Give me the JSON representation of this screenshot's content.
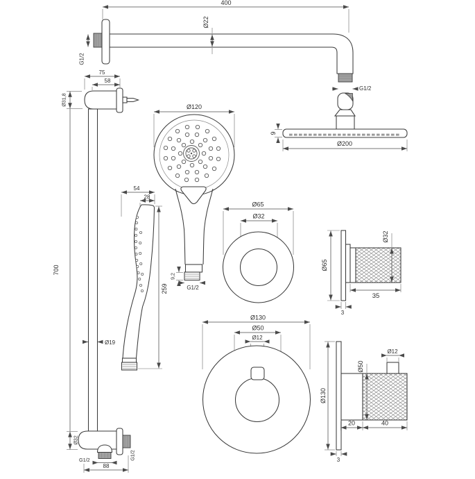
{
  "components": {
    "arm": {
      "length": "400",
      "diameter": "Ø22",
      "wall_thread": "G1/2",
      "head_thread": "G1/2"
    },
    "head": {
      "diameter": "Ø200",
      "thickness": "9"
    },
    "hand_front": {
      "diameter": "Ø120",
      "thread_height": "9,2",
      "thread": "G1/2"
    },
    "hand_side": {
      "depth": "54",
      "top_width": "28",
      "length": "259"
    },
    "bar": {
      "bracket_width": "75",
      "bracket_depth": "58",
      "bracket_diameter": "Ø31,8",
      "length": "700",
      "diameter": "Ø19"
    },
    "outlet": {
      "diameter": "Ø32",
      "width": "88",
      "bottom_thread": "G1/2",
      "side_thread": "G1/2"
    },
    "valve_front": {
      "outer": "Ø65",
      "inner": "Ø32"
    },
    "valve_side": {
      "plate": "Ø65",
      "knob": "Ø32",
      "depth": "35",
      "plate_thickness": "3"
    },
    "mixer_front": {
      "outer": "Ø130",
      "knob": "Ø50",
      "stub": "Ø12"
    },
    "mixer_side": {
      "plate": "Ø130",
      "knob": "Ø50",
      "stub": "Ø12",
      "front_depth": "20",
      "knurl_depth": "40",
      "plate_thickness": "3"
    }
  }
}
